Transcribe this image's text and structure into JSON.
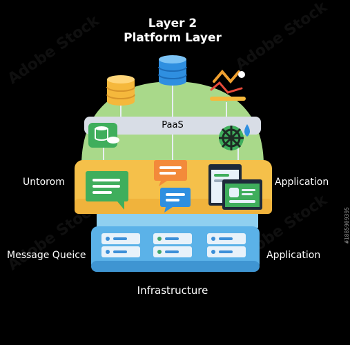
{
  "title": {
    "line1": "Layer 2",
    "line2": "Platform Layer"
  },
  "labels": {
    "paas": "PaaS",
    "left_mid": "Untorom",
    "right_mid": "Application",
    "left_bottom": "Message Queice",
    "right_bottom": "Application",
    "footer": "Infrastructure"
  },
  "watermark": {
    "text": "Adobe Stock",
    "id": "#1885909395"
  },
  "colors": {
    "background": "#000000",
    "dome": "#a9d98a",
    "paas_band": "#d8dde6",
    "application_band": "#f5c04a",
    "infrastructure_band": "#8fd0f0",
    "server": "#3c8fd8"
  },
  "icons": [
    "database-icon-yellow",
    "database-icon-blue",
    "analytics-icon",
    "paas-database-icon",
    "helm-wheel-icon",
    "chat-bubble-icon",
    "message-icon",
    "app-window-icon",
    "server-icon"
  ]
}
